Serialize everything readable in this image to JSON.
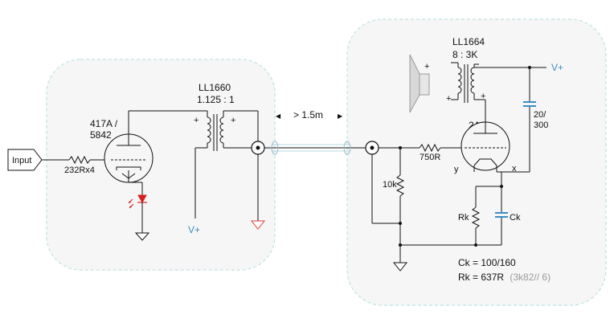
{
  "colors": {
    "vplus": "#3a8fc4",
    "ground_red": "#e03a3a",
    "led": "#d62020",
    "cap": "#3a8fc4",
    "panel_border": "#bfe3e3",
    "panel_fill": "#f6f6f6"
  },
  "left_stage": {
    "input_label": "Input",
    "tube_label_1": "417A /",
    "tube_label_2": "5842",
    "grid_resistor": "232Rx4",
    "transformer_name": "LL1660",
    "transformer_ratio": "1.125 : 1",
    "vplus": "V+",
    "plus_a": "+",
    "plus_b": "+"
  },
  "cable": {
    "length_label": "> 1.5m",
    "arrow_left": "◀",
    "arrow_right": "▶"
  },
  "right_stage": {
    "transformer_name": "LL1664",
    "transformer_ratio": "8  :  3K",
    "vplus": "V+",
    "speaker_plus": "+",
    "plus_a": "+",
    "plus_b": "+",
    "tube_label": "2A3",
    "grid_resistor": "750R",
    "grid_leak": "10k",
    "node_y": "y",
    "node_x": "x",
    "cap_value_1": "20/",
    "cap_value_2": "300",
    "rk_label": "Rk",
    "ck_label": "Ck",
    "ck_formula": "Ck = 100/160",
    "rk_formula": "Rk = 637R",
    "rk_note": "(3k82// 6)"
  }
}
